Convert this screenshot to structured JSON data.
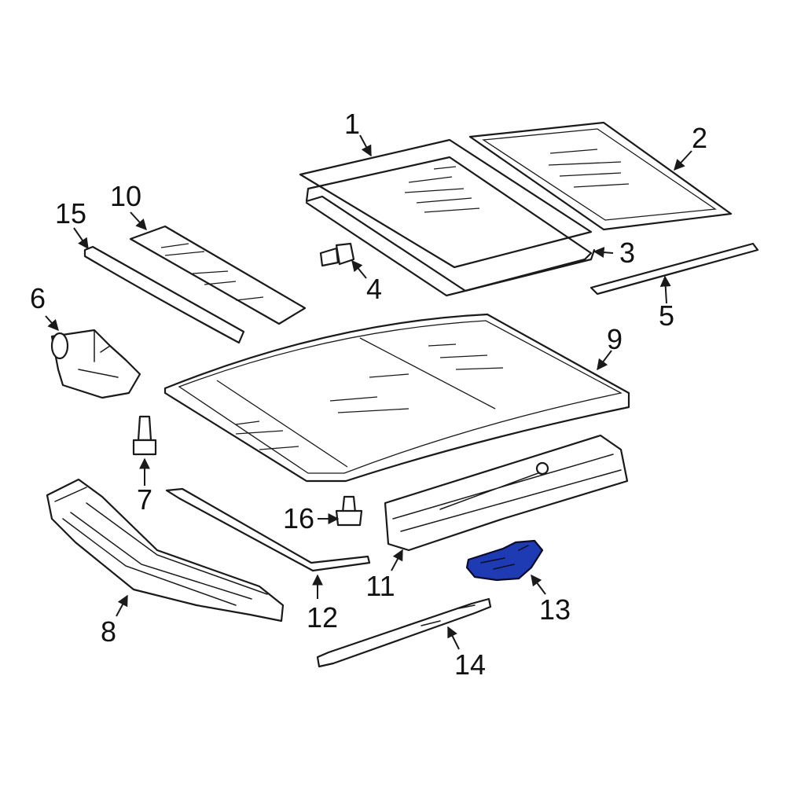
{
  "diagram": {
    "highlight_color": "#1f3bb3",
    "callouts": [
      {
        "id": "1",
        "label": "1"
      },
      {
        "id": "2",
        "label": "2"
      },
      {
        "id": "3",
        "label": "3"
      },
      {
        "id": "4",
        "label": "4"
      },
      {
        "id": "5",
        "label": "5"
      },
      {
        "id": "6",
        "label": "6"
      },
      {
        "id": "7",
        "label": "7"
      },
      {
        "id": "8",
        "label": "8"
      },
      {
        "id": "9",
        "label": "9"
      },
      {
        "id": "10",
        "label": "10"
      },
      {
        "id": "11",
        "label": "11"
      },
      {
        "id": "12",
        "label": "12"
      },
      {
        "id": "13",
        "label": "13"
      },
      {
        "id": "14",
        "label": "14"
      },
      {
        "id": "15",
        "label": "15"
      },
      {
        "id": "16",
        "label": "16"
      }
    ],
    "highlighted_part": "13"
  }
}
